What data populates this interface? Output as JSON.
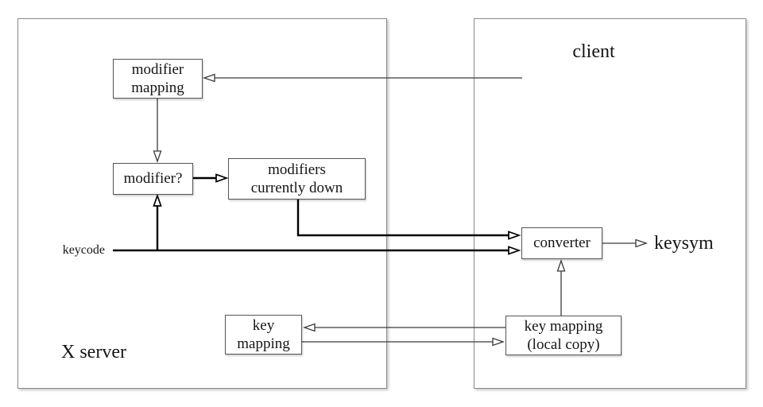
{
  "diagram": {
    "server": {
      "label": "X server"
    },
    "client": {
      "label": "client"
    },
    "nodes": {
      "modifier_mapping": {
        "label": "modifier\nmapping"
      },
      "modifier_check": {
        "label": "modifier?"
      },
      "modifiers_currently_down": {
        "label": "modifiers\ncurrently down"
      },
      "converter": {
        "label": "converter"
      },
      "key_mapping_server": {
        "label": "key\nmapping"
      },
      "key_mapping_client": {
        "label": "key mapping\n(local copy)"
      }
    },
    "wire_labels": {
      "keycode": "keycode",
      "keysym": "keysym"
    },
    "colors": {
      "outer_border": "#8a8a8a",
      "node_border": "#555555",
      "thin_line": "#3a3a3a",
      "thick_line": "#000000",
      "text": "#151515",
      "background": "#ffffff"
    }
  }
}
